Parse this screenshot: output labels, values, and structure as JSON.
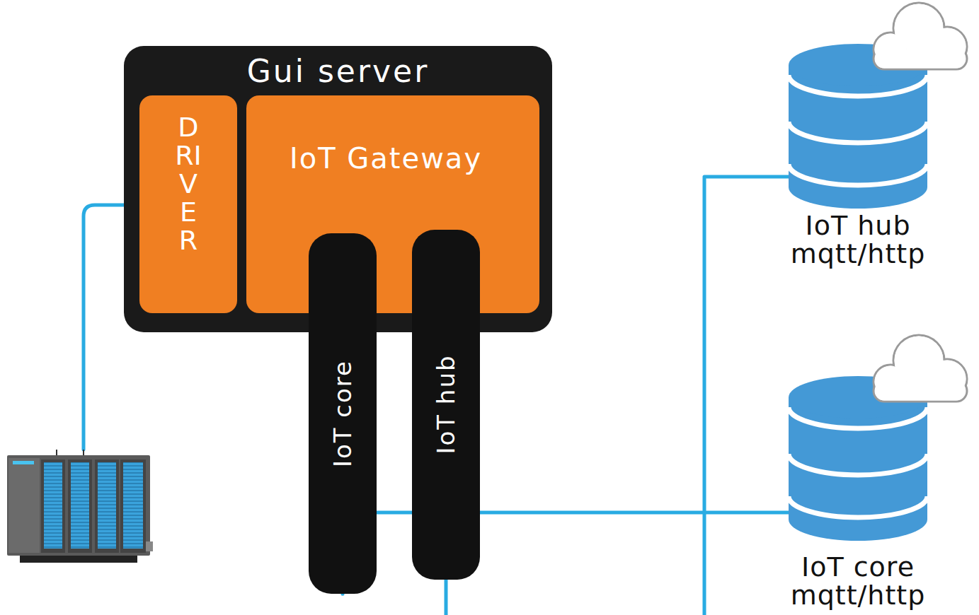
{
  "diagram": {
    "nodes": [
      {
        "text": [
          "Gui server"
        ]
      },
      {
        "text": [
          "DRIVER"
        ],
        "in": 0
      },
      {
        "text": [
          "IoT Gateway"
        ],
        "in": 0
      },
      {
        "text": [
          "IoT core"
        ],
        "in": 2
      },
      {
        "text": [
          "IoT hub"
        ],
        "in": 2
      },
      {
        "text": [
          "IoT hub mqtt/http"
        ]
      },
      {
        "text": [
          "IoT core mqtt/http"
        ]
      }
    ],
    "edges": [
      {
        "from": 4,
        "to": 5,
        "arrow": "none"
      },
      {
        "from": 3,
        "to": 6,
        "arrow": "none"
      }
    ]
  }
}
